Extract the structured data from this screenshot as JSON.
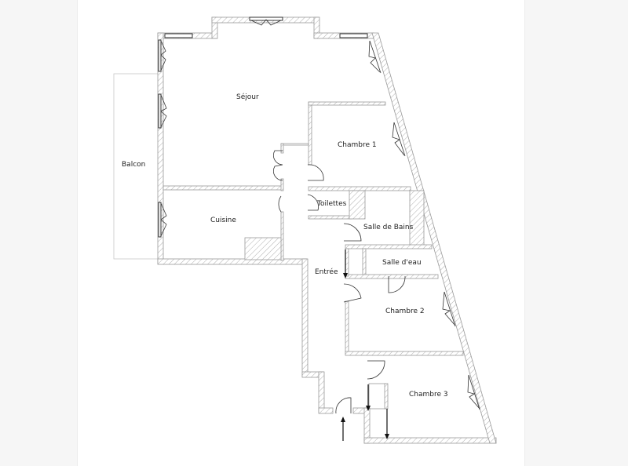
{
  "document": {
    "type": "floor plan",
    "background_color": "#f6f6f6",
    "page_color": "#ffffff",
    "wall_color": "#9a9a9a"
  },
  "rooms": {
    "sejour": "Séjour",
    "chambre1": "Chambre 1",
    "balcon": "Balcon",
    "toilettes": "Toilettes",
    "cuisine": "Cuisine",
    "salle_de_bains": "Salle de Bains",
    "salle_deau": "Salle d'eau",
    "entree": "Entrée",
    "chambre2": "Chambre 2",
    "chambre3": "Chambre 3"
  },
  "icons": {
    "entrance_arrow": "arrow-up",
    "door": "door-swing-arc",
    "window": "window-casement",
    "sliding_arrow": "arrow-down"
  }
}
